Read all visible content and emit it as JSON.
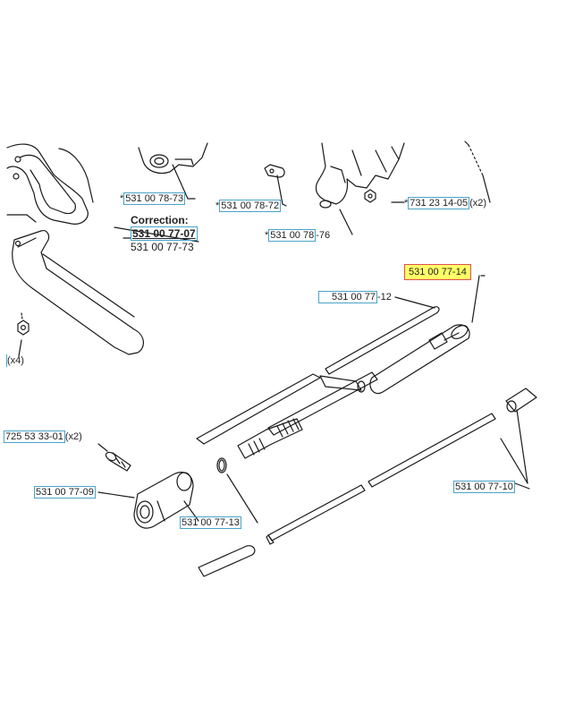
{
  "labels": {
    "l1": {
      "prefix": "*",
      "part": "531 00 78-73",
      "suffix": ""
    },
    "l2": {
      "prefix": "*",
      "part": "531 00 78-72",
      "suffix": ""
    },
    "l3": {
      "prefix": "*",
      "part": "531 00 78",
      "suffix": "-76"
    },
    "l4": {
      "prefix": "*",
      "part": "731 23 14-05",
      "suffix": "(x2)"
    },
    "l5": {
      "prefix": "",
      "part": "531 00 77-14",
      "suffix": ""
    },
    "l6": {
      "prefix": "",
      "part": "531 00 77",
      "suffix": "-12"
    },
    "l7": {
      "prefix": "",
      "part": "",
      "suffix": "(x4)"
    },
    "l8": {
      "prefix": "",
      "part": "725 53 33-01",
      "suffix": "(x2)"
    },
    "l9": {
      "prefix": "",
      "part": "531 00 77-09",
      "suffix": ""
    },
    "l10": {
      "prefix": "",
      "part": "531 00 77-13",
      "suffix": ""
    },
    "l11": {
      "prefix": "",
      "part": "531 00 77-10",
      "suffix": ""
    }
  },
  "correction": {
    "heading": "Correction:",
    "new_part": "531 00 77-07",
    "old_part": "531 00 77-73"
  },
  "colors": {
    "highlight": "#ffff66",
    "part_box": "#4aa3c9",
    "highlight_box": "#e05050",
    "line": "#1a1a1a"
  }
}
